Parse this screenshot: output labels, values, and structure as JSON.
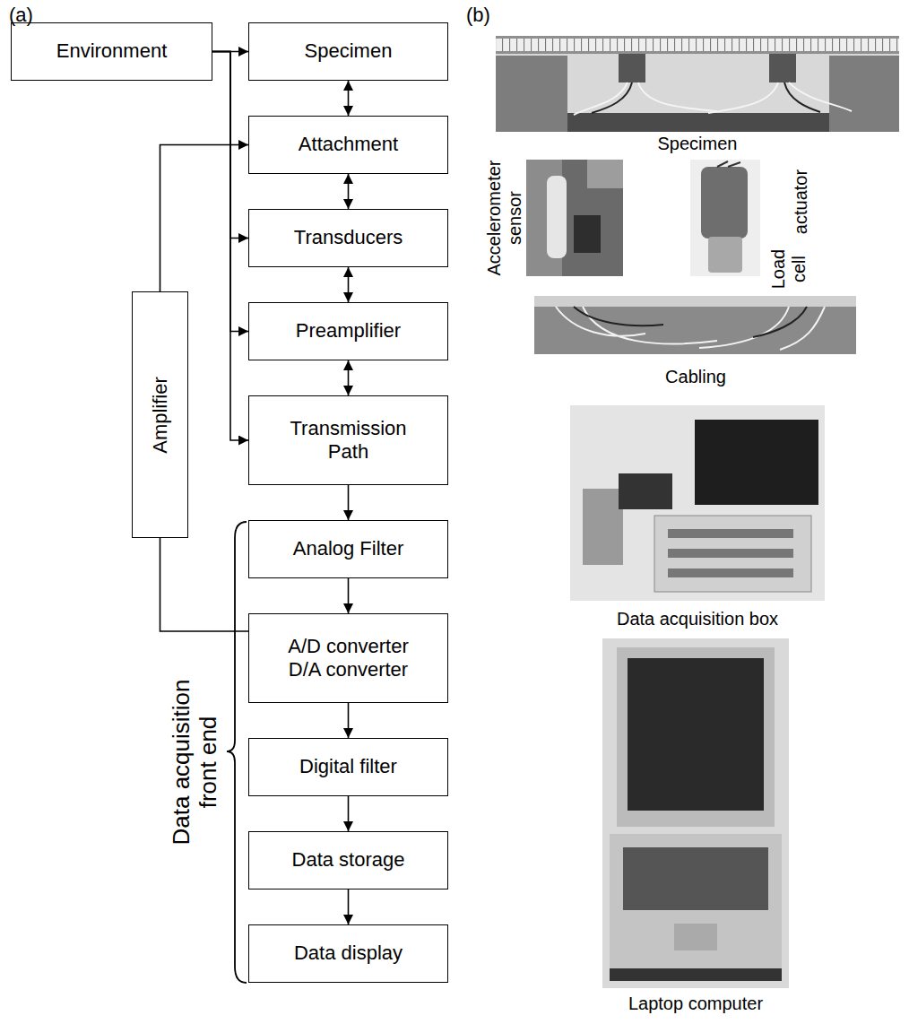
{
  "diagram": {
    "nodes": [
      {
        "text": [
          "Environment"
        ]
      },
      {
        "text": [
          "Specimen"
        ]
      },
      {
        "text": [
          "Attachment"
        ]
      },
      {
        "text": [
          "Transducers"
        ]
      },
      {
        "text": [
          "Amplifier"
        ]
      },
      {
        "text": [
          "Preamplifier"
        ]
      },
      {
        "text": [
          "Transmission Path"
        ]
      },
      {
        "text": [
          "Analog Filter"
        ]
      },
      {
        "text": [
          "A/D converter D/A converter"
        ]
      },
      {
        "text": [
          "Digital filter"
        ]
      },
      {
        "text": [
          "Data storage"
        ]
      },
      {
        "text": [
          "Data display"
        ]
      }
    ],
    "edges": [
      {
        "from": 0,
        "to": 1,
        "arrow": "to"
      },
      {
        "from": 0,
        "to": 3,
        "arrow": "to"
      },
      {
        "from": 0,
        "to": 5,
        "arrow": "to"
      },
      {
        "from": 0,
        "to": 6,
        "arrow": "to"
      },
      {
        "from": 1,
        "to": 2,
        "arrow": "both"
      },
      {
        "from": 2,
        "to": 3,
        "arrow": "both"
      },
      {
        "from": 3,
        "to": 5,
        "arrow": "both"
      },
      {
        "from": 5,
        "to": 6,
        "arrow": "both"
      },
      {
        "from": 6,
        "to": 7,
        "arrow": "to"
      },
      {
        "from": 7,
        "to": 8,
        "arrow": "to"
      },
      {
        "from": 8,
        "to": 9,
        "arrow": "to"
      },
      {
        "from": 9,
        "to": 10,
        "arrow": "to"
      },
      {
        "from": 10,
        "to": 11,
        "arrow": "to"
      },
      {
        "from": 8,
        "to": 4,
        "arrow": "none"
      },
      {
        "from": 4,
        "to": 2,
        "arrow": "to"
      }
    ],
    "labels": [
      "(a)",
      "(b)",
      "Data acquisition front end",
      "Specimen",
      "Accelerometer sensor",
      "actuator",
      "Load cell",
      "Cabling",
      "Data acquisition box",
      "Laptop computer"
    ]
  }
}
